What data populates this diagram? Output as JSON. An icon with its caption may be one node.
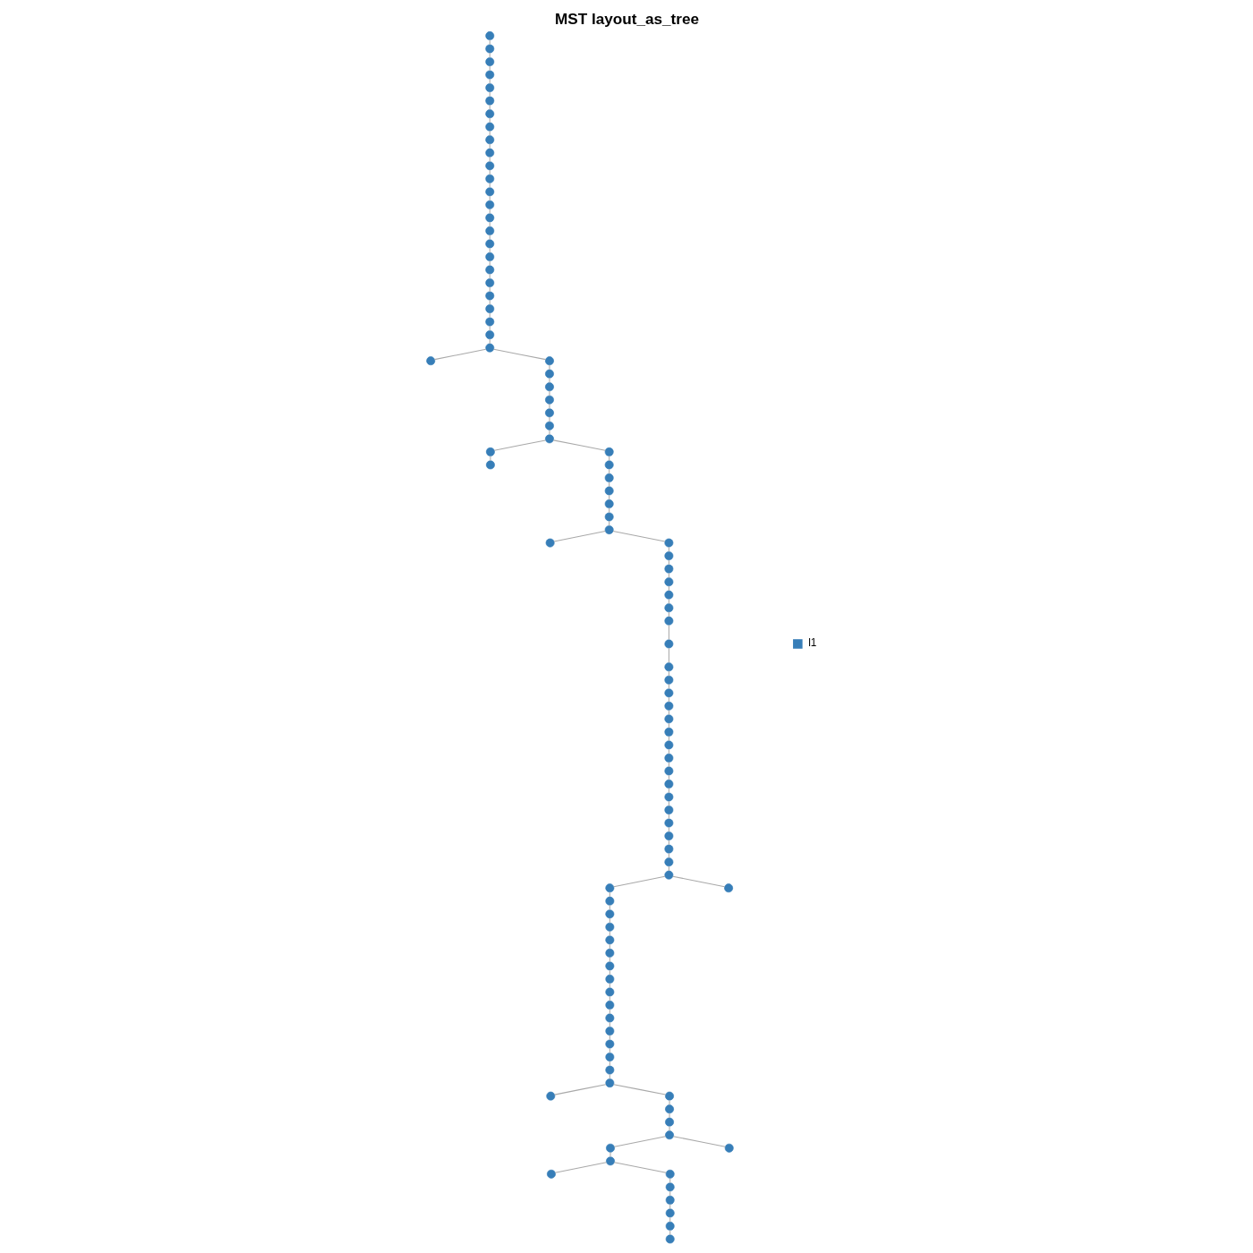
{
  "diagram": {
    "title": "MST layout_as_tree",
    "nodes": [
      {
        "text": [],
        "shape": "circle"
      },
      {
        "text": [],
        "shape": "circle"
      },
      {
        "text": [],
        "shape": "circle"
      },
      {
        "text": [],
        "shape": "circle"
      },
      {
        "text": [],
        "shape": "circle"
      },
      {
        "text": [],
        "shape": "circle"
      },
      {
        "text": [],
        "shape": "circle"
      },
      {
        "text": [],
        "shape": "circle"
      },
      {
        "text": [],
        "shape": "circle"
      },
      {
        "text": [],
        "shape": "circle"
      },
      {
        "text": [],
        "shape": "circle"
      },
      {
        "text": [],
        "shape": "circle"
      },
      {
        "text": [],
        "shape": "circle"
      },
      {
        "text": [],
        "shape": "circle"
      },
      {
        "text": [],
        "shape": "circle"
      },
      {
        "text": [],
        "shape": "circle"
      },
      {
        "text": [],
        "shape": "circle"
      },
      {
        "text": [],
        "shape": "circle"
      },
      {
        "text": [],
        "shape": "circle"
      },
      {
        "text": [],
        "shape": "circle"
      },
      {
        "text": [],
        "shape": "circle"
      },
      {
        "text": [],
        "shape": "circle"
      },
      {
        "text": [],
        "shape": "circle"
      },
      {
        "text": [],
        "shape": "circle"
      },
      {
        "text": [],
        "shape": "circle"
      },
      {
        "text": [],
        "shape": "circle"
      },
      {
        "text": [],
        "shape": "circle"
      },
      {
        "text": [],
        "shape": "circle"
      },
      {
        "text": [],
        "shape": "circle"
      },
      {
        "text": [],
        "shape": "circle"
      },
      {
        "text": [],
        "shape": "circle"
      },
      {
        "text": [],
        "shape": "circle"
      },
      {
        "text": [],
        "shape": "circle"
      },
      {
        "text": [],
        "shape": "circle"
      },
      {
        "text": [],
        "shape": "circle"
      },
      {
        "text": [],
        "shape": "circle"
      },
      {
        "text": [],
        "shape": "circle"
      },
      {
        "text": [],
        "shape": "circle"
      },
      {
        "text": [],
        "shape": "circle"
      },
      {
        "text": [],
        "shape": "circle"
      },
      {
        "text": [],
        "shape": "circle"
      },
      {
        "text": [],
        "shape": "circle"
      },
      {
        "text": [],
        "shape": "circle"
      },
      {
        "text": [],
        "shape": "circle"
      },
      {
        "text": [],
        "shape": "circle"
      },
      {
        "text": [],
        "shape": "circle"
      },
      {
        "text": [],
        "shape": "circle"
      },
      {
        "text": [],
        "shape": "circle"
      },
      {
        "text": [],
        "shape": "circle"
      },
      {
        "text": [],
        "shape": "circle"
      },
      {
        "text": [],
        "shape": "circle"
      },
      {
        "text": [],
        "shape": "circle"
      },
      {
        "text": [],
        "shape": "circle"
      },
      {
        "text": [],
        "shape": "circle"
      },
      {
        "text": [],
        "shape": "circle"
      },
      {
        "text": [],
        "shape": "circle"
      },
      {
        "text": [],
        "shape": "circle"
      },
      {
        "text": [],
        "shape": "circle"
      },
      {
        "text": [],
        "shape": "circle"
      },
      {
        "text": [],
        "shape": "circle"
      },
      {
        "text": [],
        "shape": "circle"
      },
      {
        "text": [],
        "shape": "circle"
      },
      {
        "text": [],
        "shape": "circle"
      },
      {
        "text": [],
        "shape": "circle"
      },
      {
        "text": [],
        "shape": "circle"
      },
      {
        "text": [],
        "shape": "circle"
      },
      {
        "text": [],
        "shape": "circle"
      },
      {
        "text": [],
        "shape": "circle"
      },
      {
        "text": [],
        "shape": "circle"
      },
      {
        "text": [],
        "shape": "circle"
      },
      {
        "text": [],
        "shape": "circle"
      },
      {
        "text": [],
        "shape": "circle"
      },
      {
        "text": [],
        "shape": "circle"
      },
      {
        "text": [],
        "shape": "circle"
      },
      {
        "text": [],
        "shape": "circle"
      },
      {
        "text": [],
        "shape": "circle"
      },
      {
        "text": [],
        "shape": "circle"
      },
      {
        "text": [],
        "shape": "circle"
      },
      {
        "text": [],
        "shape": "circle"
      },
      {
        "text": [],
        "shape": "circle"
      },
      {
        "text": [],
        "shape": "circle"
      },
      {
        "text": [],
        "shape": "circle"
      },
      {
        "text": [],
        "shape": "circle"
      },
      {
        "text": [],
        "shape": "circle"
      },
      {
        "text": [],
        "shape": "circle"
      },
      {
        "text": [],
        "shape": "circle"
      },
      {
        "text": [],
        "shape": "circle"
      },
      {
        "text": [],
        "shape": "circle"
      },
      {
        "text": [],
        "shape": "circle"
      },
      {
        "text": [],
        "shape": "circle"
      },
      {
        "text": [],
        "shape": "circle"
      },
      {
        "text": [],
        "shape": "circle"
      },
      {
        "text": [],
        "shape": "circle"
      },
      {
        "text": [],
        "shape": "circle"
      },
      {
        "text": [],
        "shape": "circle"
      },
      {
        "text": [],
        "shape": "circle"
      },
      {
        "text": [],
        "shape": "circle"
      },
      {
        "text": [],
        "shape": "circle"
      },
      {
        "text": [],
        "shape": "circle"
      },
      {
        "text": [],
        "shape": "circle"
      }
    ],
    "edges": [
      {
        "from": 0,
        "to": 1,
        "arrow": "none"
      },
      {
        "from": 1,
        "to": 2,
        "arrow": "none"
      },
      {
        "from": 2,
        "to": 3,
        "arrow": "none"
      },
      {
        "from": 3,
        "to": 4,
        "arrow": "none"
      },
      {
        "from": 4,
        "to": 5,
        "arrow": "none"
      },
      {
        "from": 5,
        "to": 6,
        "arrow": "none"
      },
      {
        "from": 6,
        "to": 7,
        "arrow": "none"
      },
      {
        "from": 7,
        "to": 8,
        "arrow": "none"
      },
      {
        "from": 8,
        "to": 9,
        "arrow": "none"
      },
      {
        "from": 9,
        "to": 10,
        "arrow": "none"
      },
      {
        "from": 10,
        "to": 11,
        "arrow": "none"
      },
      {
        "from": 11,
        "to": 12,
        "arrow": "none"
      },
      {
        "from": 12,
        "to": 13,
        "arrow": "none"
      },
      {
        "from": 13,
        "to": 14,
        "arrow": "none"
      },
      {
        "from": 14,
        "to": 15,
        "arrow": "none"
      },
      {
        "from": 15,
        "to": 16,
        "arrow": "none"
      },
      {
        "from": 16,
        "to": 17,
        "arrow": "none"
      },
      {
        "from": 17,
        "to": 18,
        "arrow": "none"
      },
      {
        "from": 18,
        "to": 19,
        "arrow": "none"
      },
      {
        "from": 19,
        "to": 20,
        "arrow": "none"
      },
      {
        "from": 20,
        "to": 21,
        "arrow": "none"
      },
      {
        "from": 21,
        "to": 22,
        "arrow": "none"
      },
      {
        "from": 22,
        "to": 23,
        "arrow": "none"
      },
      {
        "from": 23,
        "to": 24,
        "arrow": "none"
      },
      {
        "from": 24,
        "to": 25,
        "arrow": "none"
      },
      {
        "from": 24,
        "to": 26,
        "arrow": "none"
      },
      {
        "from": 26,
        "to": 27,
        "arrow": "none"
      },
      {
        "from": 27,
        "to": 28,
        "arrow": "none"
      },
      {
        "from": 28,
        "to": 29,
        "arrow": "none"
      },
      {
        "from": 29,
        "to": 30,
        "arrow": "none"
      },
      {
        "from": 30,
        "to": 31,
        "arrow": "none"
      },
      {
        "from": 31,
        "to": 32,
        "arrow": "none"
      },
      {
        "from": 32,
        "to": 33,
        "arrow": "none"
      },
      {
        "from": 32,
        "to": 35,
        "arrow": "none"
      },
      {
        "from": 33,
        "to": 34,
        "arrow": "none"
      },
      {
        "from": 35,
        "to": 36,
        "arrow": "none"
      },
      {
        "from": 36,
        "to": 37,
        "arrow": "none"
      },
      {
        "from": 37,
        "to": 38,
        "arrow": "none"
      },
      {
        "from": 38,
        "to": 39,
        "arrow": "none"
      },
      {
        "from": 39,
        "to": 40,
        "arrow": "none"
      },
      {
        "from": 40,
        "to": 41,
        "arrow": "none"
      },
      {
        "from": 41,
        "to": 42,
        "arrow": "none"
      },
      {
        "from": 41,
        "to": 43,
        "arrow": "none"
      },
      {
        "from": 43,
        "to": 44,
        "arrow": "none"
      },
      {
        "from": 44,
        "to": 45,
        "arrow": "none"
      },
      {
        "from": 45,
        "to": 46,
        "arrow": "none"
      },
      {
        "from": 46,
        "to": 47,
        "arrow": "none"
      },
      {
        "from": 47,
        "to": 48,
        "arrow": "none"
      },
      {
        "from": 48,
        "to": 49,
        "arrow": "none"
      },
      {
        "from": 49,
        "to": 50,
        "arrow": "none"
      },
      {
        "from": 50,
        "to": 51,
        "arrow": "none"
      },
      {
        "from": 51,
        "to": 52,
        "arrow": "none"
      },
      {
        "from": 52,
        "to": 53,
        "arrow": "none"
      },
      {
        "from": 53,
        "to": 54,
        "arrow": "none"
      },
      {
        "from": 54,
        "to": 55,
        "arrow": "none"
      },
      {
        "from": 55,
        "to": 56,
        "arrow": "none"
      },
      {
        "from": 56,
        "to": 57,
        "arrow": "none"
      },
      {
        "from": 57,
        "to": 58,
        "arrow": "none"
      },
      {
        "from": 58,
        "to": 59,
        "arrow": "none"
      },
      {
        "from": 59,
        "to": 60,
        "arrow": "none"
      },
      {
        "from": 60,
        "to": 61,
        "arrow": "none"
      },
      {
        "from": 61,
        "to": 62,
        "arrow": "none"
      },
      {
        "from": 62,
        "to": 63,
        "arrow": "none"
      },
      {
        "from": 63,
        "to": 64,
        "arrow": "none"
      },
      {
        "from": 64,
        "to": 65,
        "arrow": "none"
      },
      {
        "from": 65,
        "to": 66,
        "arrow": "none"
      },
      {
        "from": 66,
        "to": 67,
        "arrow": "none"
      },
      {
        "from": 67,
        "to": 68,
        "arrow": "none"
      },
      {
        "from": 67,
        "to": 84,
        "arrow": "none"
      },
      {
        "from": 68,
        "to": 69,
        "arrow": "none"
      },
      {
        "from": 69,
        "to": 70,
        "arrow": "none"
      },
      {
        "from": 70,
        "to": 71,
        "arrow": "none"
      },
      {
        "from": 71,
        "to": 72,
        "arrow": "none"
      },
      {
        "from": 72,
        "to": 73,
        "arrow": "none"
      },
      {
        "from": 73,
        "to": 74,
        "arrow": "none"
      },
      {
        "from": 74,
        "to": 75,
        "arrow": "none"
      },
      {
        "from": 75,
        "to": 76,
        "arrow": "none"
      },
      {
        "from": 76,
        "to": 77,
        "arrow": "none"
      },
      {
        "from": 77,
        "to": 78,
        "arrow": "none"
      },
      {
        "from": 78,
        "to": 79,
        "arrow": "none"
      },
      {
        "from": 79,
        "to": 80,
        "arrow": "none"
      },
      {
        "from": 80,
        "to": 81,
        "arrow": "none"
      },
      {
        "from": 81,
        "to": 82,
        "arrow": "none"
      },
      {
        "from": 82,
        "to": 83,
        "arrow": "none"
      },
      {
        "from": 83,
        "to": 85,
        "arrow": "none"
      },
      {
        "from": 83,
        "to": 86,
        "arrow": "none"
      },
      {
        "from": 86,
        "to": 87,
        "arrow": "none"
      },
      {
        "from": 87,
        "to": 88,
        "arrow": "none"
      },
      {
        "from": 88,
        "to": 89,
        "arrow": "none"
      },
      {
        "from": 89,
        "to": 90,
        "arrow": "none"
      },
      {
        "from": 89,
        "to": 92,
        "arrow": "none"
      },
      {
        "from": 90,
        "to": 91,
        "arrow": "none"
      },
      {
        "from": 91,
        "to": 93,
        "arrow": "none"
      },
      {
        "from": 91,
        "to": 94,
        "arrow": "none"
      },
      {
        "from": 94,
        "to": 95,
        "arrow": "none"
      },
      {
        "from": 95,
        "to": 96,
        "arrow": "none"
      },
      {
        "from": 96,
        "to": 97,
        "arrow": "none"
      },
      {
        "from": 97,
        "to": 98,
        "arrow": "none"
      },
      {
        "from": 98,
        "to": 99,
        "arrow": "none"
      }
    ],
    "legend": [
      {
        "text": "l1",
        "color": "#377eb8"
      }
    ]
  }
}
